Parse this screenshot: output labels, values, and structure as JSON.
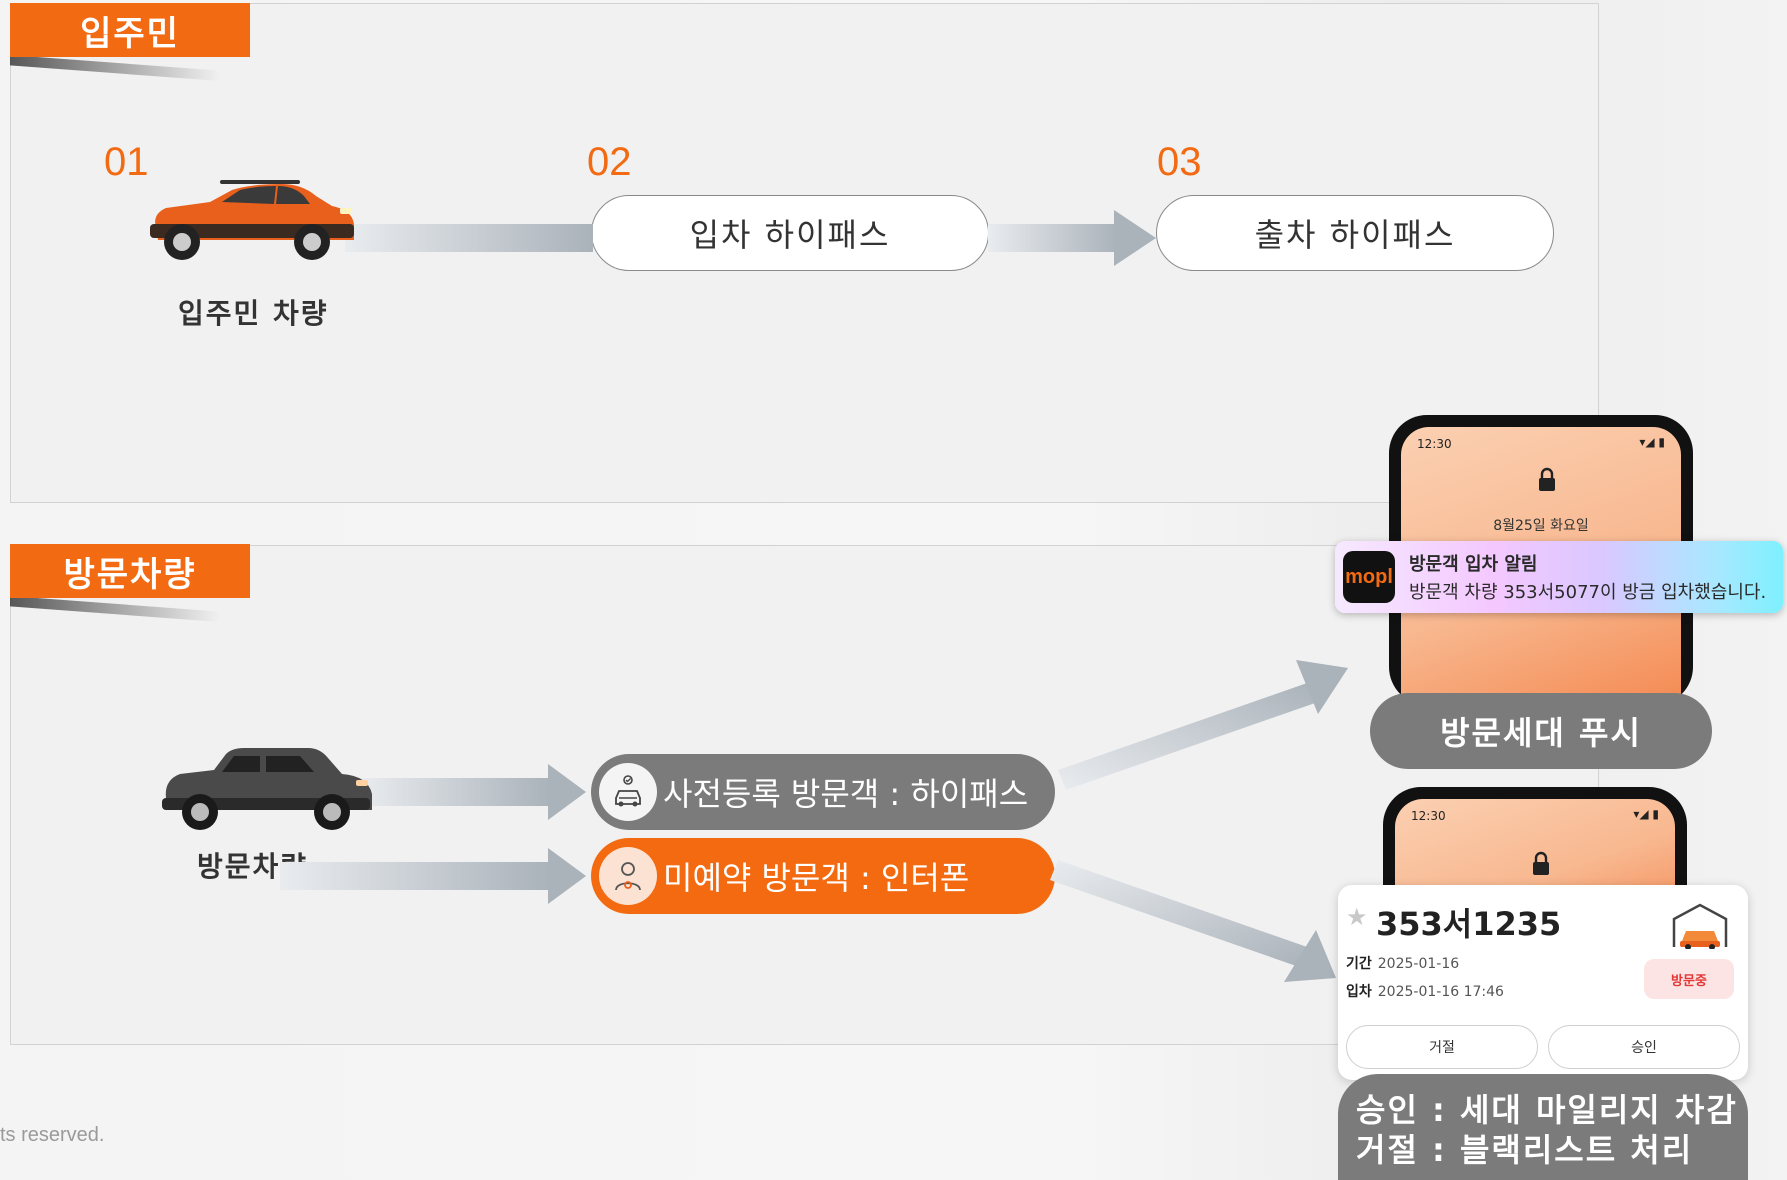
{
  "resident_section": {
    "tab_label": "입주민",
    "steps": [
      {
        "number": "01",
        "label": "입주민 차량"
      },
      {
        "number": "02",
        "label": "입차 하이패스"
      },
      {
        "number": "03",
        "label": "출차 하이패스"
      }
    ]
  },
  "visitor_section": {
    "tab_label": "방문차량",
    "vehicle_label": "방문차량",
    "options": [
      {
        "label": "사전등록 방문객 : 하이패스",
        "icon": "car-check-icon"
      },
      {
        "label": "미예약 방문객 : 인터폰",
        "icon": "person-intercom-icon"
      }
    ],
    "push_phone": {
      "time": "12:30",
      "date": "8월25일 화요일",
      "notification": {
        "app_name": "mopl",
        "title": "방문객 입차 알림",
        "body": "방문객 차량 353서5077이 방금 입차했습니다."
      },
      "caption": "방문세대 푸시"
    },
    "approval_phone": {
      "time": "12:30",
      "card": {
        "plate": "353서1235",
        "period_label": "기간",
        "period_value": "2025-01-16",
        "entry_label": "입차",
        "entry_value": "2025-01-16 17:46",
        "status_badge": "방문중",
        "reject_button": "거절",
        "approve_button": "승인"
      },
      "caption_line1": "승인 : 세대 마일리지 차감",
      "caption_line2": "거절 : 블랙리스트 처리"
    }
  },
  "footer_note": "ts reserved.",
  "colors": {
    "accent": "#f26a12",
    "gray_pill": "#7b7b7b",
    "car_orange": "#e8601c",
    "car_dark": "#4a4a4a"
  }
}
